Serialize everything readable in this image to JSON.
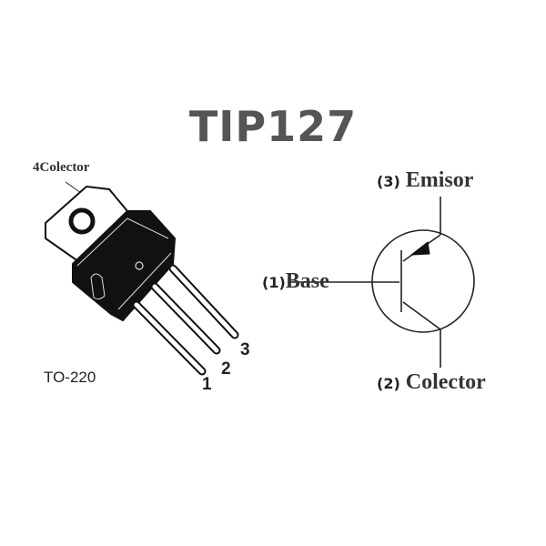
{
  "title": "TIP127",
  "package": {
    "name": "TO-220",
    "tab_label_num": "4",
    "tab_label": "Colector",
    "pins": [
      "1",
      "2",
      "3"
    ]
  },
  "symbol": {
    "type": "PNP transistor",
    "emitter": {
      "num": "(3)",
      "label": "Emisor"
    },
    "base": {
      "num": "(1)",
      "label": "Base"
    },
    "collector": {
      "num": "(2)",
      "label": "Colector"
    }
  },
  "colors": {
    "title": "#555555",
    "body": "#111111",
    "line": "#222222"
  }
}
